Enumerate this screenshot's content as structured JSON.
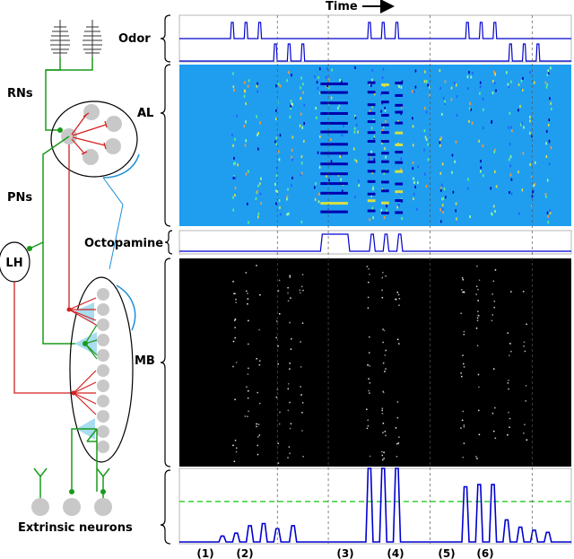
{
  "time_label": "Time",
  "left_labels": {
    "rns": "RNs",
    "pns": "PNs",
    "lh": "LH",
    "al": "AL",
    "mb": "MB",
    "extrinsic": "Extrinsic neurons"
  },
  "panel_labels": {
    "odor": "Odor",
    "al": "AL",
    "octopamine": "Octopamine",
    "mb": "MB"
  },
  "epochs": [
    "(1)",
    "(2)",
    "(3)",
    "(4)",
    "(5)",
    "(6)"
  ],
  "colors": {
    "excitatory": "#1a9a1a",
    "inhibitory": "#d42020",
    "octopamine": "#1c8fd6",
    "neuron": "#c8c8c8",
    "trace": "#0000d0",
    "threshold": "#22cc22",
    "al_background": "#1f9ef0",
    "mb_background": "#000000"
  },
  "traces": {
    "odor_a_pulse_times": [
      0.135,
      0.17,
      0.205,
      0.485,
      0.52,
      0.555,
      0.735,
      0.77,
      0.805
    ],
    "odor_b_pulse_times": [
      0.245,
      0.28,
      0.315,
      0.845,
      0.88,
      0.915
    ],
    "octopamine_pulses": [
      [
        0.36,
        0.43
      ],
      [
        0.485,
        0.495
      ],
      [
        0.52,
        0.53
      ],
      [
        0.555,
        0.565
      ]
    ],
    "output_peaks": [
      [
        0.11,
        0.08
      ],
      [
        0.145,
        0.12
      ],
      [
        0.18,
        0.22
      ],
      [
        0.215,
        0.25
      ],
      [
        0.25,
        0.18
      ],
      [
        0.29,
        0.22
      ],
      [
        0.485,
        1.0
      ],
      [
        0.52,
        1.0
      ],
      [
        0.555,
        1.0
      ],
      [
        0.73,
        0.75
      ],
      [
        0.765,
        0.78
      ],
      [
        0.8,
        0.78
      ],
      [
        0.835,
        0.3
      ],
      [
        0.87,
        0.2
      ],
      [
        0.905,
        0.16
      ],
      [
        0.94,
        0.13
      ]
    ],
    "output_threshold": 0.55
  }
}
